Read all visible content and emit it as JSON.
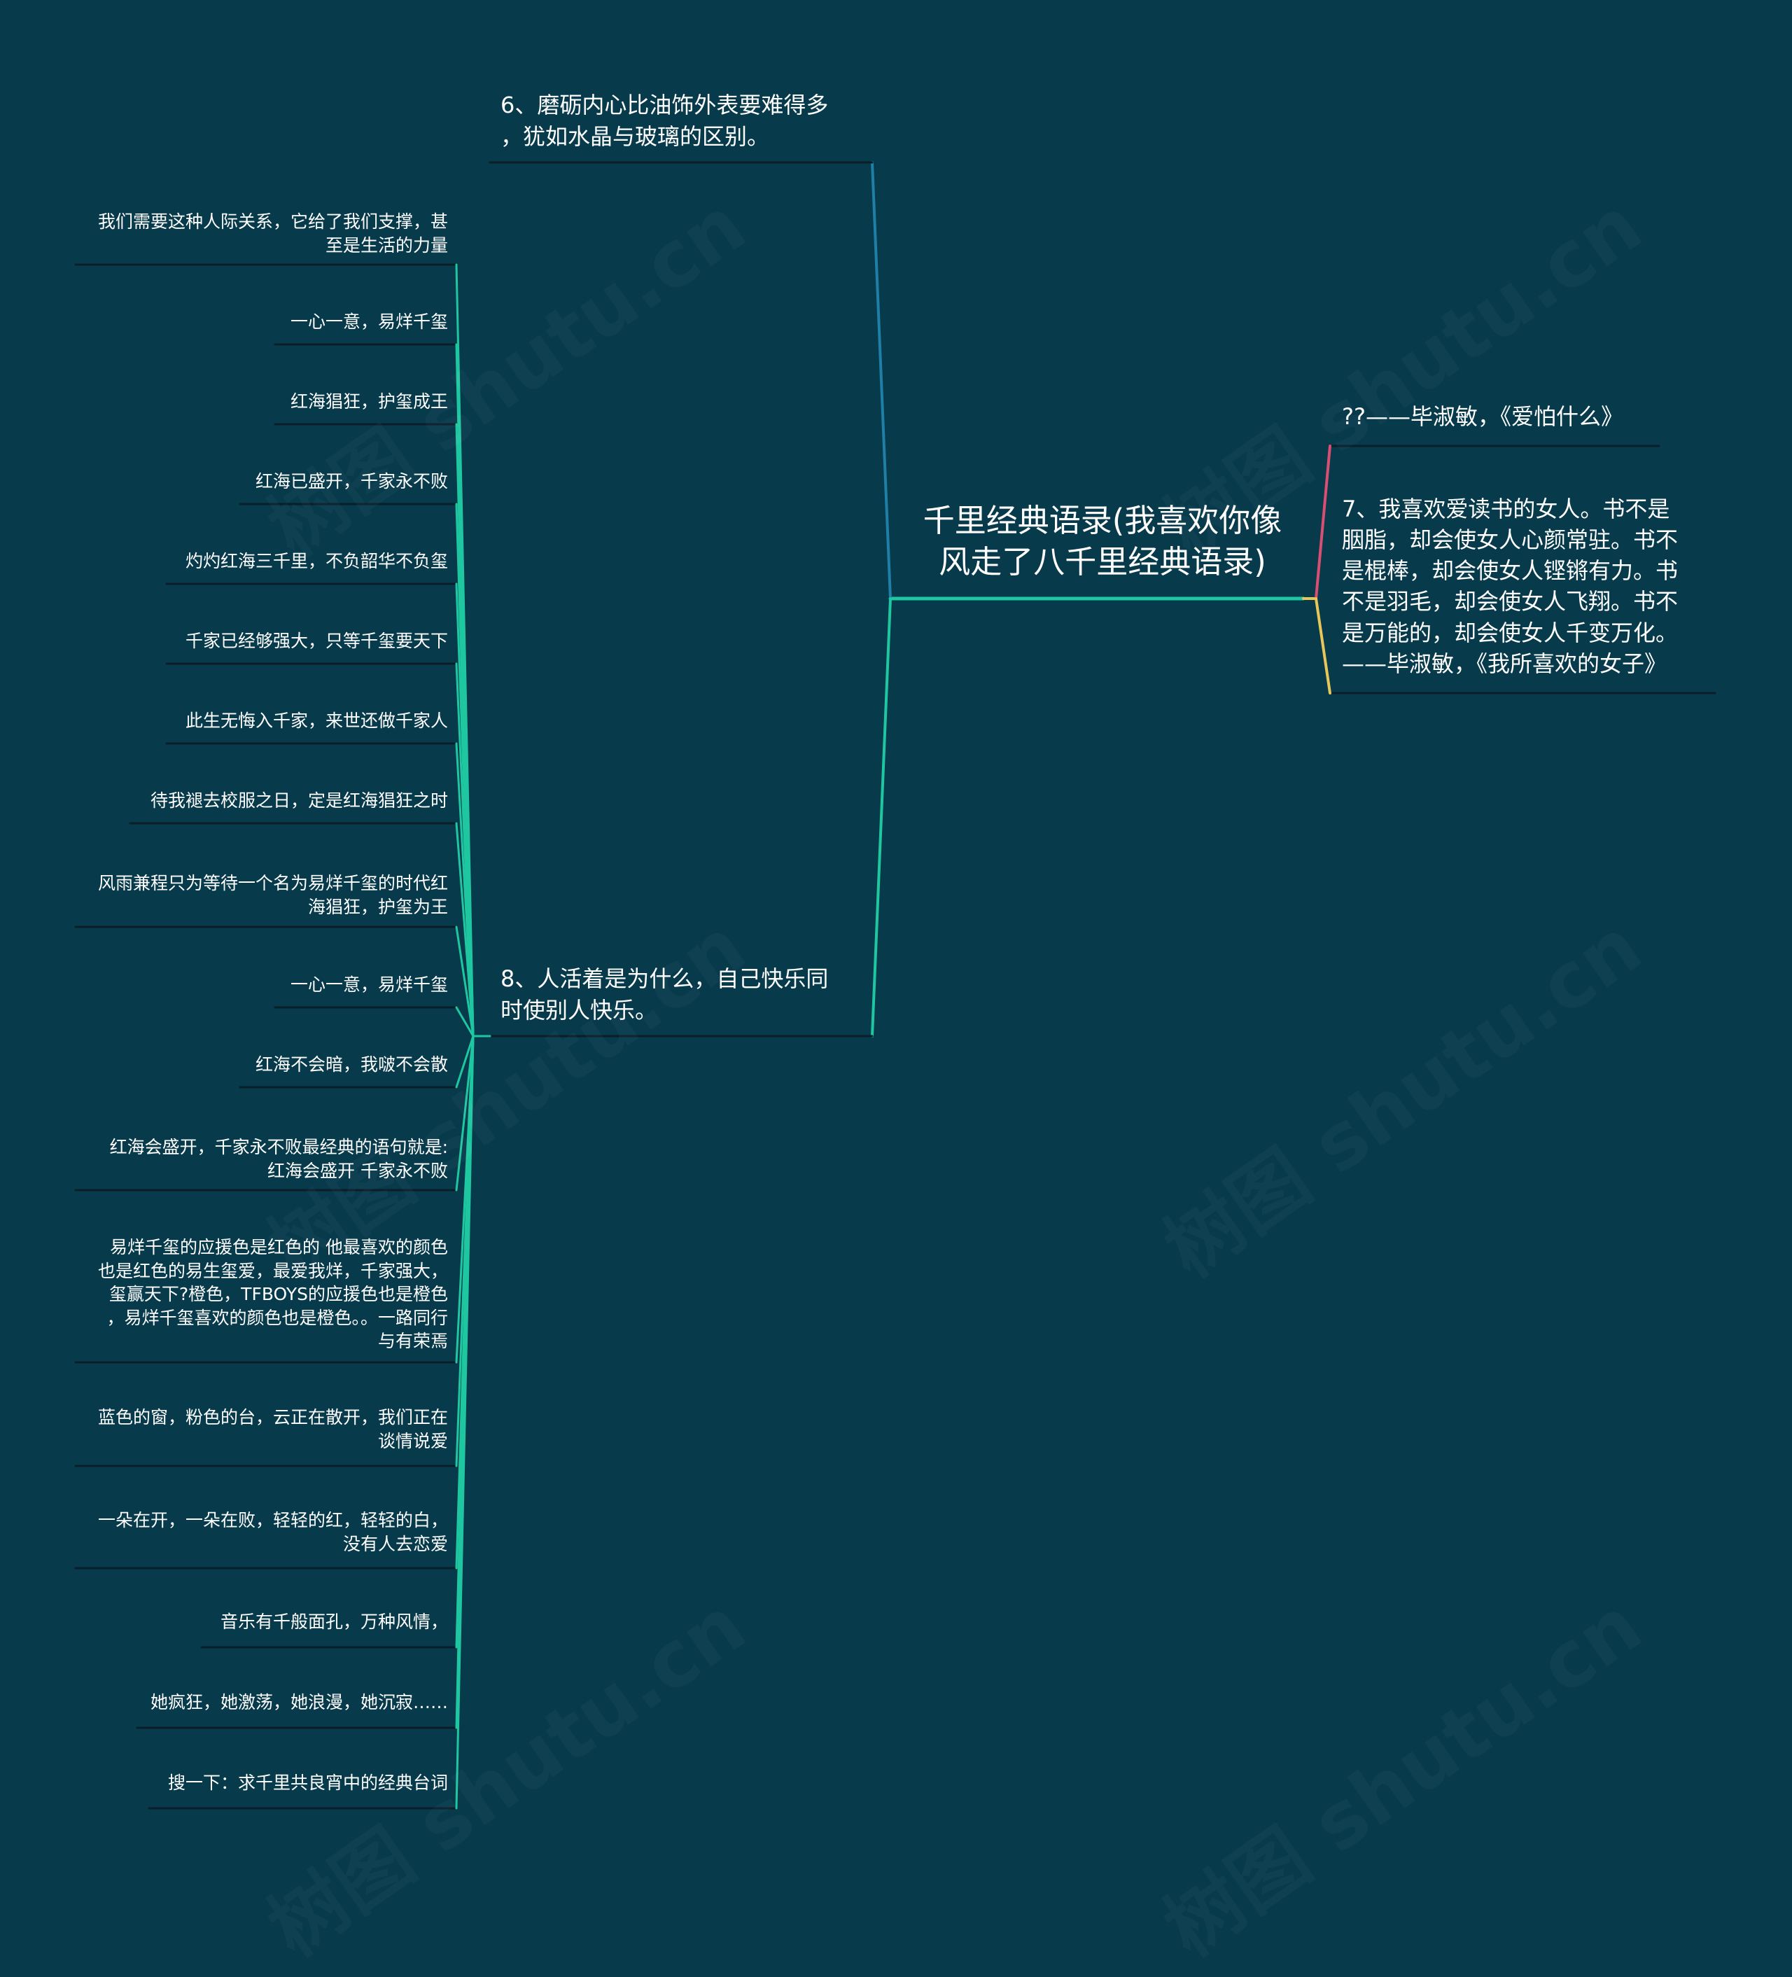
{
  "root": {
    "title": "千里经典语录(我喜欢你像\n风走了八千里经典语录)"
  },
  "branches": {
    "b6": {
      "label": "6、磨砺内心比油饰外表要难得多\n，犹如水晶与玻璃的区别。"
    },
    "b8": {
      "label": "8、人活着是为什么，自己快乐同\n时使别人快乐。",
      "children": [
        "我们需要这种人际关系，它给了我们支撑，甚\n至是生活的力量",
        "一心一意，易烊千玺",
        "红海猖狂，护玺成王",
        "红海已盛开，千家永不败",
        "灼灼红海三千里，不负韶华不负玺",
        "千家已经够强大，只等千玺要天下",
        "此生无悔入千家，来世还做千家人",
        "待我褪去校服之日，定是红海猖狂之时",
        "风雨兼程只为等待一个名为易烊千玺的时代红\n海猖狂，护玺为王",
        "一心一意，易烊千玺",
        "红海不会暗，我啵不会散",
        "红海会盛开，千家永不败最经典的语句就是:\n红海会盛开 千家永不败",
        "易烊千玺的应援色是红色的 他最喜欢的颜色\n也是红色的易生玺爱，最爱我烊，千家强大，\n玺赢天下?橙色，TFBOYS的应援色也是橙色\n，易烊千玺喜欢的颜色也是橙色。。一路同行\n与有荣焉",
        "蓝色的窗，粉色的台，云正在散开，我们正在\n谈情说爱",
        "一朵在开，一朵在败，轻轻的红，轻轻的白，\n没有人去恋爱",
        "音乐有千般面孔，万种风情，",
        "她疯狂，她激荡，她浪漫，她沉寂……",
        "搜一下：求千里共良宵中的经典台词"
      ]
    },
    "b7": {
      "children": [
        "??——毕淑敏，《爱怕什么》",
        "7、我喜欢爱读书的女人。书不是\n胭脂，却会使女人心颜常驻。书不\n是棍棒，却会使女人铿锵有力。书\n不是羽毛，却会使女人飞翔。书不\n是万能的，却会使女人千变万化。\n——毕淑敏，《我所喜欢的女子》"
      ]
    }
  },
  "colors": {
    "background": "#073a4b",
    "branch_b6": "#1f7fa6",
    "branch_b8": "#1fc7a0",
    "branch_b7": "#1fc7a0",
    "leaf_pink": "#d94f73",
    "leaf_yellow": "#e7c75a",
    "underline": "#0a1e27"
  }
}
